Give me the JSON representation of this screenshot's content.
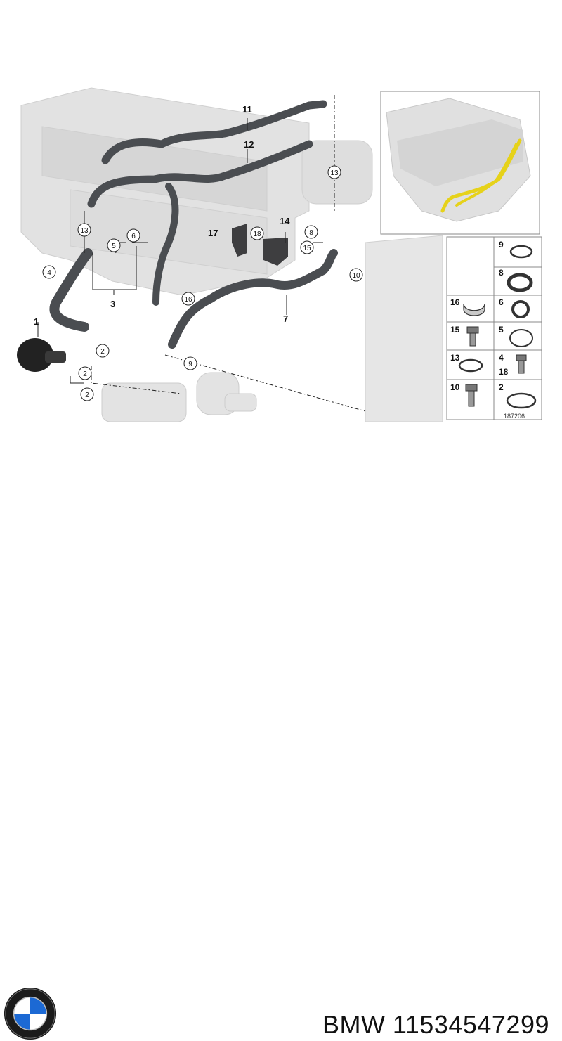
{
  "diagram": {
    "figure_number": "187206",
    "callouts_bold": [
      {
        "id": "c11",
        "label": "11"
      },
      {
        "id": "c12",
        "label": "12"
      },
      {
        "id": "c14",
        "label": "14"
      },
      {
        "id": "c17",
        "label": "17"
      },
      {
        "id": "c1",
        "label": "1"
      },
      {
        "id": "c3",
        "label": "3"
      },
      {
        "id": "c7",
        "label": "7"
      }
    ],
    "callouts_circled": [
      {
        "id": "k13a",
        "label": "13"
      },
      {
        "id": "k13b",
        "label": "13"
      },
      {
        "id": "k6",
        "label": "6"
      },
      {
        "id": "k5",
        "label": "5"
      },
      {
        "id": "k4",
        "label": "4"
      },
      {
        "id": "k18",
        "label": "18"
      },
      {
        "id": "k15",
        "label": "15"
      },
      {
        "id": "k8",
        "label": "8"
      },
      {
        "id": "k10",
        "label": "10"
      },
      {
        "id": "k16",
        "label": "16"
      },
      {
        "id": "k2a",
        "label": "2"
      },
      {
        "id": "k2b",
        "label": "2"
      },
      {
        "id": "k2c",
        "label": "2"
      },
      {
        "id": "k9",
        "label": "9"
      }
    ],
    "legend": [
      {
        "label": "9",
        "part": "hose-clamp"
      },
      {
        "label": "8",
        "part": "seal-ring"
      },
      {
        "label": "16",
        "part": "clip"
      },
      {
        "label": "6",
        "part": "gasket"
      },
      {
        "label": "15",
        "part": "bolt"
      },
      {
        "label": "5",
        "part": "o-ring"
      },
      {
        "label": "13",
        "part": "hose-clamp"
      },
      {
        "label": "4",
        "part": "bolt"
      },
      {
        "label": "18",
        "part": "bolt"
      },
      {
        "label": "10",
        "part": "bolt"
      },
      {
        "label": "2",
        "part": "hose-clamp"
      }
    ]
  },
  "footer": {
    "brand": "BMW",
    "part_number": "11534547299",
    "text": "BMW 11534547299"
  },
  "colors": {
    "hose": "#4a4d51",
    "engine_ghost": "#d9d9d9",
    "highlight_pipe": "#e6d21a",
    "bmw_blue": "#1c69d4"
  }
}
